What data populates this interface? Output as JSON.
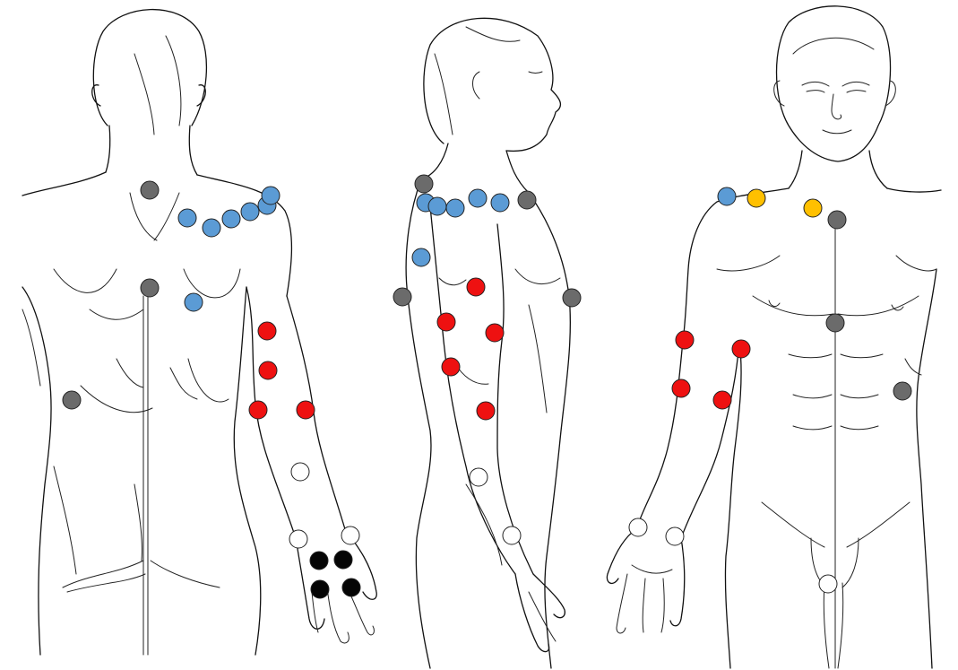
{
  "colors": {
    "gray": "#6b6b6b",
    "blue": "#5b9bd5",
    "red": "#ee1111",
    "white": "#ffffff",
    "black": "#050505",
    "yellow": "#ffc000"
  },
  "views": [
    {
      "id": "back",
      "view": "posterior"
    },
    {
      "id": "side",
      "view": "lateral"
    },
    {
      "id": "front",
      "view": "anterior"
    }
  ]
}
